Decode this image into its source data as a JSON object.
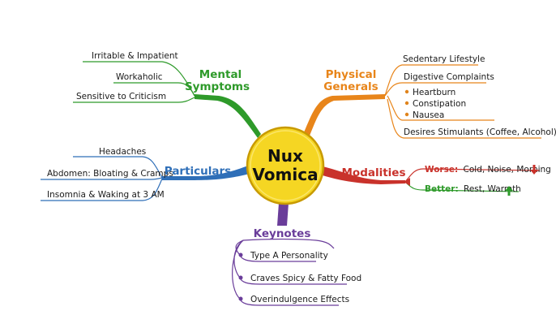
{
  "center": {
    "line1": "Nux",
    "line2": "Vomica",
    "color": "#f5d623"
  },
  "mental": {
    "title_line1": "Mental",
    "title_line2": "Symptoms",
    "color": "#2e9a2a",
    "items": [
      "Irritable & Impatient",
      "Workaholic",
      "Sensitive to Criticism"
    ]
  },
  "physical": {
    "title_line1": "Physical",
    "title_line2": "Generals",
    "color": "#e8851a",
    "items": [
      "Sedentary Lifestyle",
      "Digestive Complaints"
    ],
    "sub_items": [
      "Heartburn",
      "Constipation",
      "Nausea"
    ],
    "last_item": "Desires Stimulants (Coffee, Alcohol)"
  },
  "particulars": {
    "title": "Particulars",
    "color": "#2f6fb8",
    "items": [
      "Headaches",
      "Abdomen: Bloating & Cramps",
      "Insomnia & Waking at 3 AM"
    ]
  },
  "modalities": {
    "title": "Modalities",
    "color": "#c9322b",
    "worse_label": "Worse:",
    "worse_text": "Cold, Noise, Morning",
    "worse_color": "#c9322b",
    "worse_icon": "arrow-down-icon",
    "better_label": "Better:",
    "better_text": "Rest, Warmth",
    "better_color": "#2e9a2a",
    "better_icon": "arrow-up-icon"
  },
  "keynotes": {
    "title": "Keynotes",
    "color": "#6a3d9a",
    "items": [
      "Type A Personality",
      "Craves Spicy & Fatty Food",
      "Overindulgence Effects"
    ]
  }
}
